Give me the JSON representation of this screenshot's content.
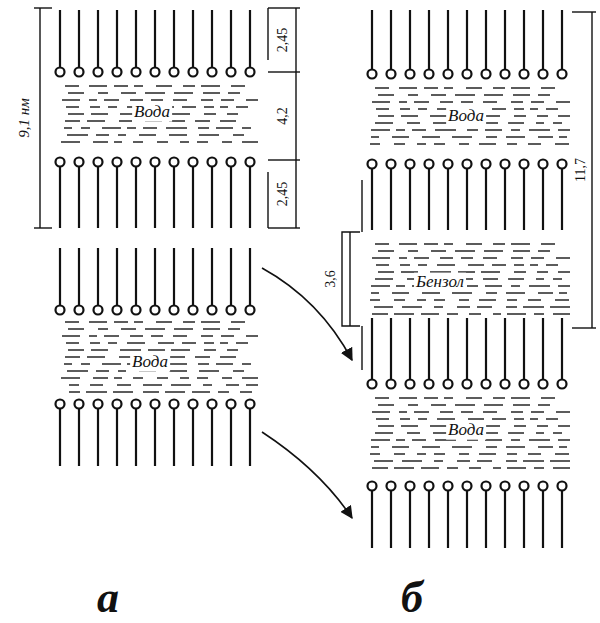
{
  "diagram": {
    "labels": [
      "9,1 нм",
      "2,45",
      "4,2",
      "2,45",
      "Вода",
      "Вода",
      "Вода",
      "Бензол",
      "Вода",
      "3,6",
      "11,7",
      "а",
      "б"
    ]
  }
}
